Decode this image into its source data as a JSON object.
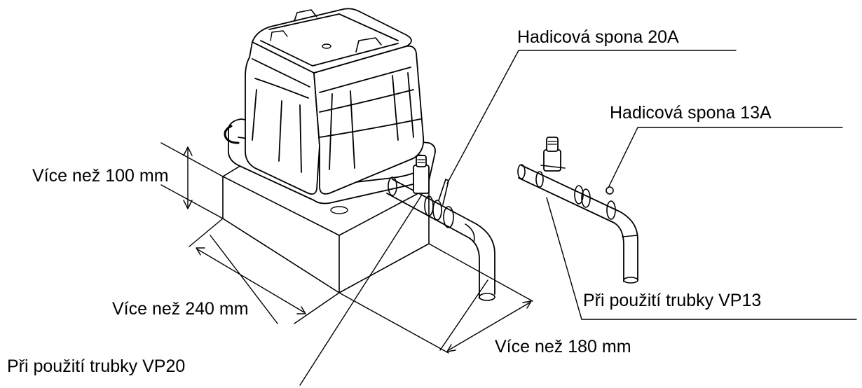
{
  "labels": {
    "hose_clamp_20a": "Hadicová spona 20A",
    "hose_clamp_13a": "Hadicová spona 13A",
    "height_min": "Více než 100 mm",
    "width_min": "Více než 240 mm",
    "depth_min": "Více než 180 mm",
    "pipe_vp13": "Při použití trubky VP13",
    "pipe_vp20": "Při použití trubky VP20"
  }
}
